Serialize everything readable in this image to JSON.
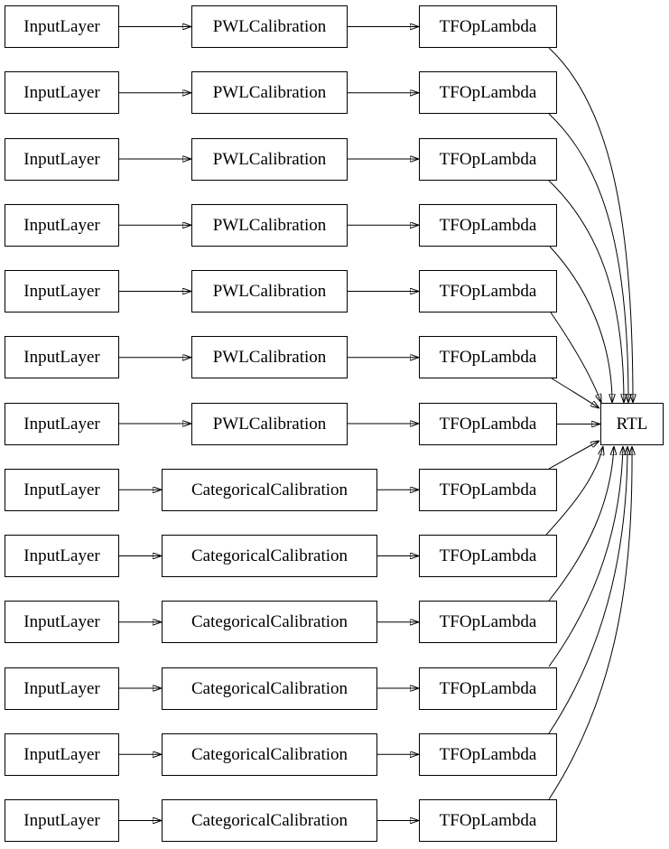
{
  "diagram": {
    "background_color": "#ffffff",
    "node_border_color": "#000000",
    "edge_color": "#000000",
    "text_color": "#000000",
    "output_node": {
      "label": "RTL"
    },
    "rows": [
      {
        "input": "InputLayer",
        "calibration": "PWLCalibration",
        "calibration_type": "pwl",
        "op": "TFOpLambda"
      },
      {
        "input": "InputLayer",
        "calibration": "PWLCalibration",
        "calibration_type": "pwl",
        "op": "TFOpLambda"
      },
      {
        "input": "InputLayer",
        "calibration": "PWLCalibration",
        "calibration_type": "pwl",
        "op": "TFOpLambda"
      },
      {
        "input": "InputLayer",
        "calibration": "PWLCalibration",
        "calibration_type": "pwl",
        "op": "TFOpLambda"
      },
      {
        "input": "InputLayer",
        "calibration": "PWLCalibration",
        "calibration_type": "pwl",
        "op": "TFOpLambda"
      },
      {
        "input": "InputLayer",
        "calibration": "PWLCalibration",
        "calibration_type": "pwl",
        "op": "TFOpLambda"
      },
      {
        "input": "InputLayer",
        "calibration": "PWLCalibration",
        "calibration_type": "pwl",
        "op": "TFOpLambda"
      },
      {
        "input": "InputLayer",
        "calibration": "CategoricalCalibration",
        "calibration_type": "categorical",
        "op": "TFOpLambda"
      },
      {
        "input": "InputLayer",
        "calibration": "CategoricalCalibration",
        "calibration_type": "categorical",
        "op": "TFOpLambda"
      },
      {
        "input": "InputLayer",
        "calibration": "CategoricalCalibration",
        "calibration_type": "categorical",
        "op": "TFOpLambda"
      },
      {
        "input": "InputLayer",
        "calibration": "CategoricalCalibration",
        "calibration_type": "categorical",
        "op": "TFOpLambda"
      },
      {
        "input": "InputLayer",
        "calibration": "CategoricalCalibration",
        "calibration_type": "categorical",
        "op": "TFOpLambda"
      },
      {
        "input": "InputLayer",
        "calibration": "CategoricalCalibration",
        "calibration_type": "categorical",
        "op": "TFOpLambda"
      }
    ]
  }
}
